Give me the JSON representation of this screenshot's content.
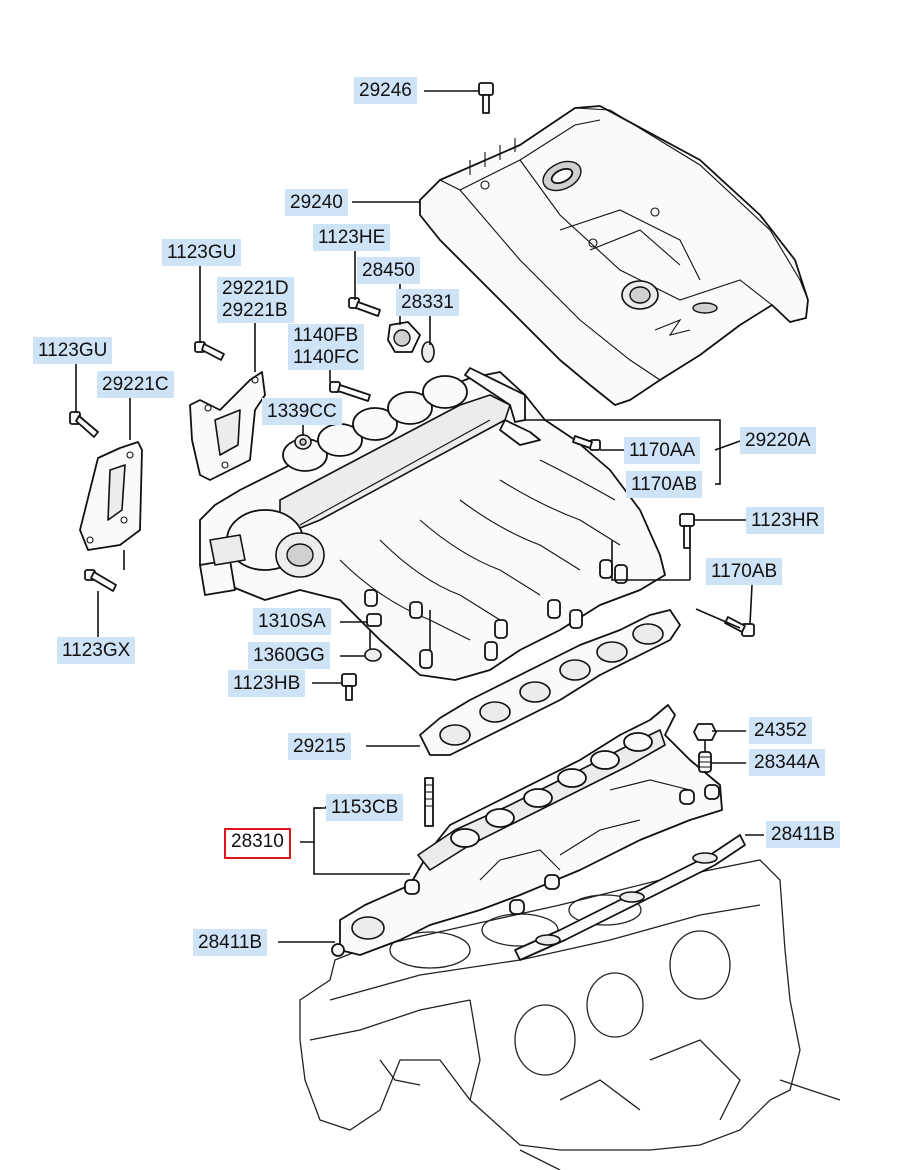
{
  "diagram": {
    "labels": {
      "p29246": "29246",
      "p29240": "29240",
      "p1123GU_a": "1123GU",
      "p1123HE": "1123HE",
      "p28450": "28450",
      "p29221D": "29221D",
      "p29221B": "29221B",
      "p28331": "28331",
      "p1140FB": "1140FB",
      "p1140FC": "1140FC",
      "p1123GU_b": "1123GU",
      "p29221C": "29221C",
      "p1339CC": "1339CC",
      "p1170AA": "1170AA",
      "p29220A": "29220A",
      "p1170AB_a": "1170AB",
      "p1123HR": "1123HR",
      "p1170AB_b": "1170AB",
      "p1123GX": "1123GX",
      "p1310SA": "1310SA",
      "p1360GG": "1360GG",
      "p1123HB": "1123HB",
      "p24352": "24352",
      "p28344A": "28344A",
      "p29215": "29215",
      "p1153CB": "1153CB",
      "p28310": "28310",
      "p28411B_a": "28411B",
      "p28411B_b": "28411B"
    },
    "selected_part": "28310",
    "colors": {
      "label_bg": "#cfe3f6",
      "selected_border": "#e0141e",
      "line": "#111111",
      "part_fill": "#fafafa"
    }
  }
}
